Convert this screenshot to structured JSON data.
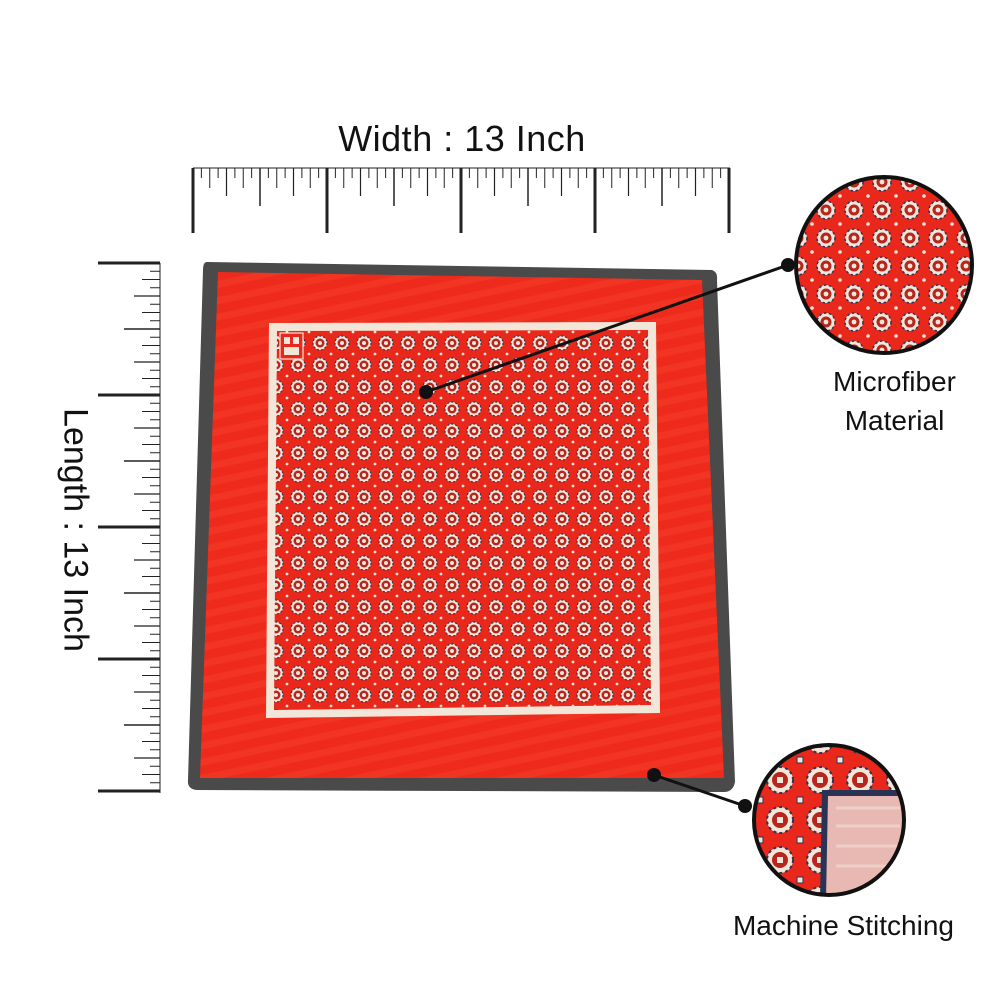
{
  "dimensions": {
    "width_label": "Width : 13 Inch",
    "length_label": "Length : 13 Inch"
  },
  "callouts": {
    "microfiber_line1": "Microfiber",
    "microfiber_line2": "Material",
    "stitching_label": "Machine Stitching"
  },
  "colors": {
    "fabric_red": "#ee2a1c",
    "border_gray": "#4a4a4a",
    "pattern_white": "#f2e6d8",
    "pattern_navy": "#2a3354",
    "backside_pink": "#e8b9b3"
  }
}
